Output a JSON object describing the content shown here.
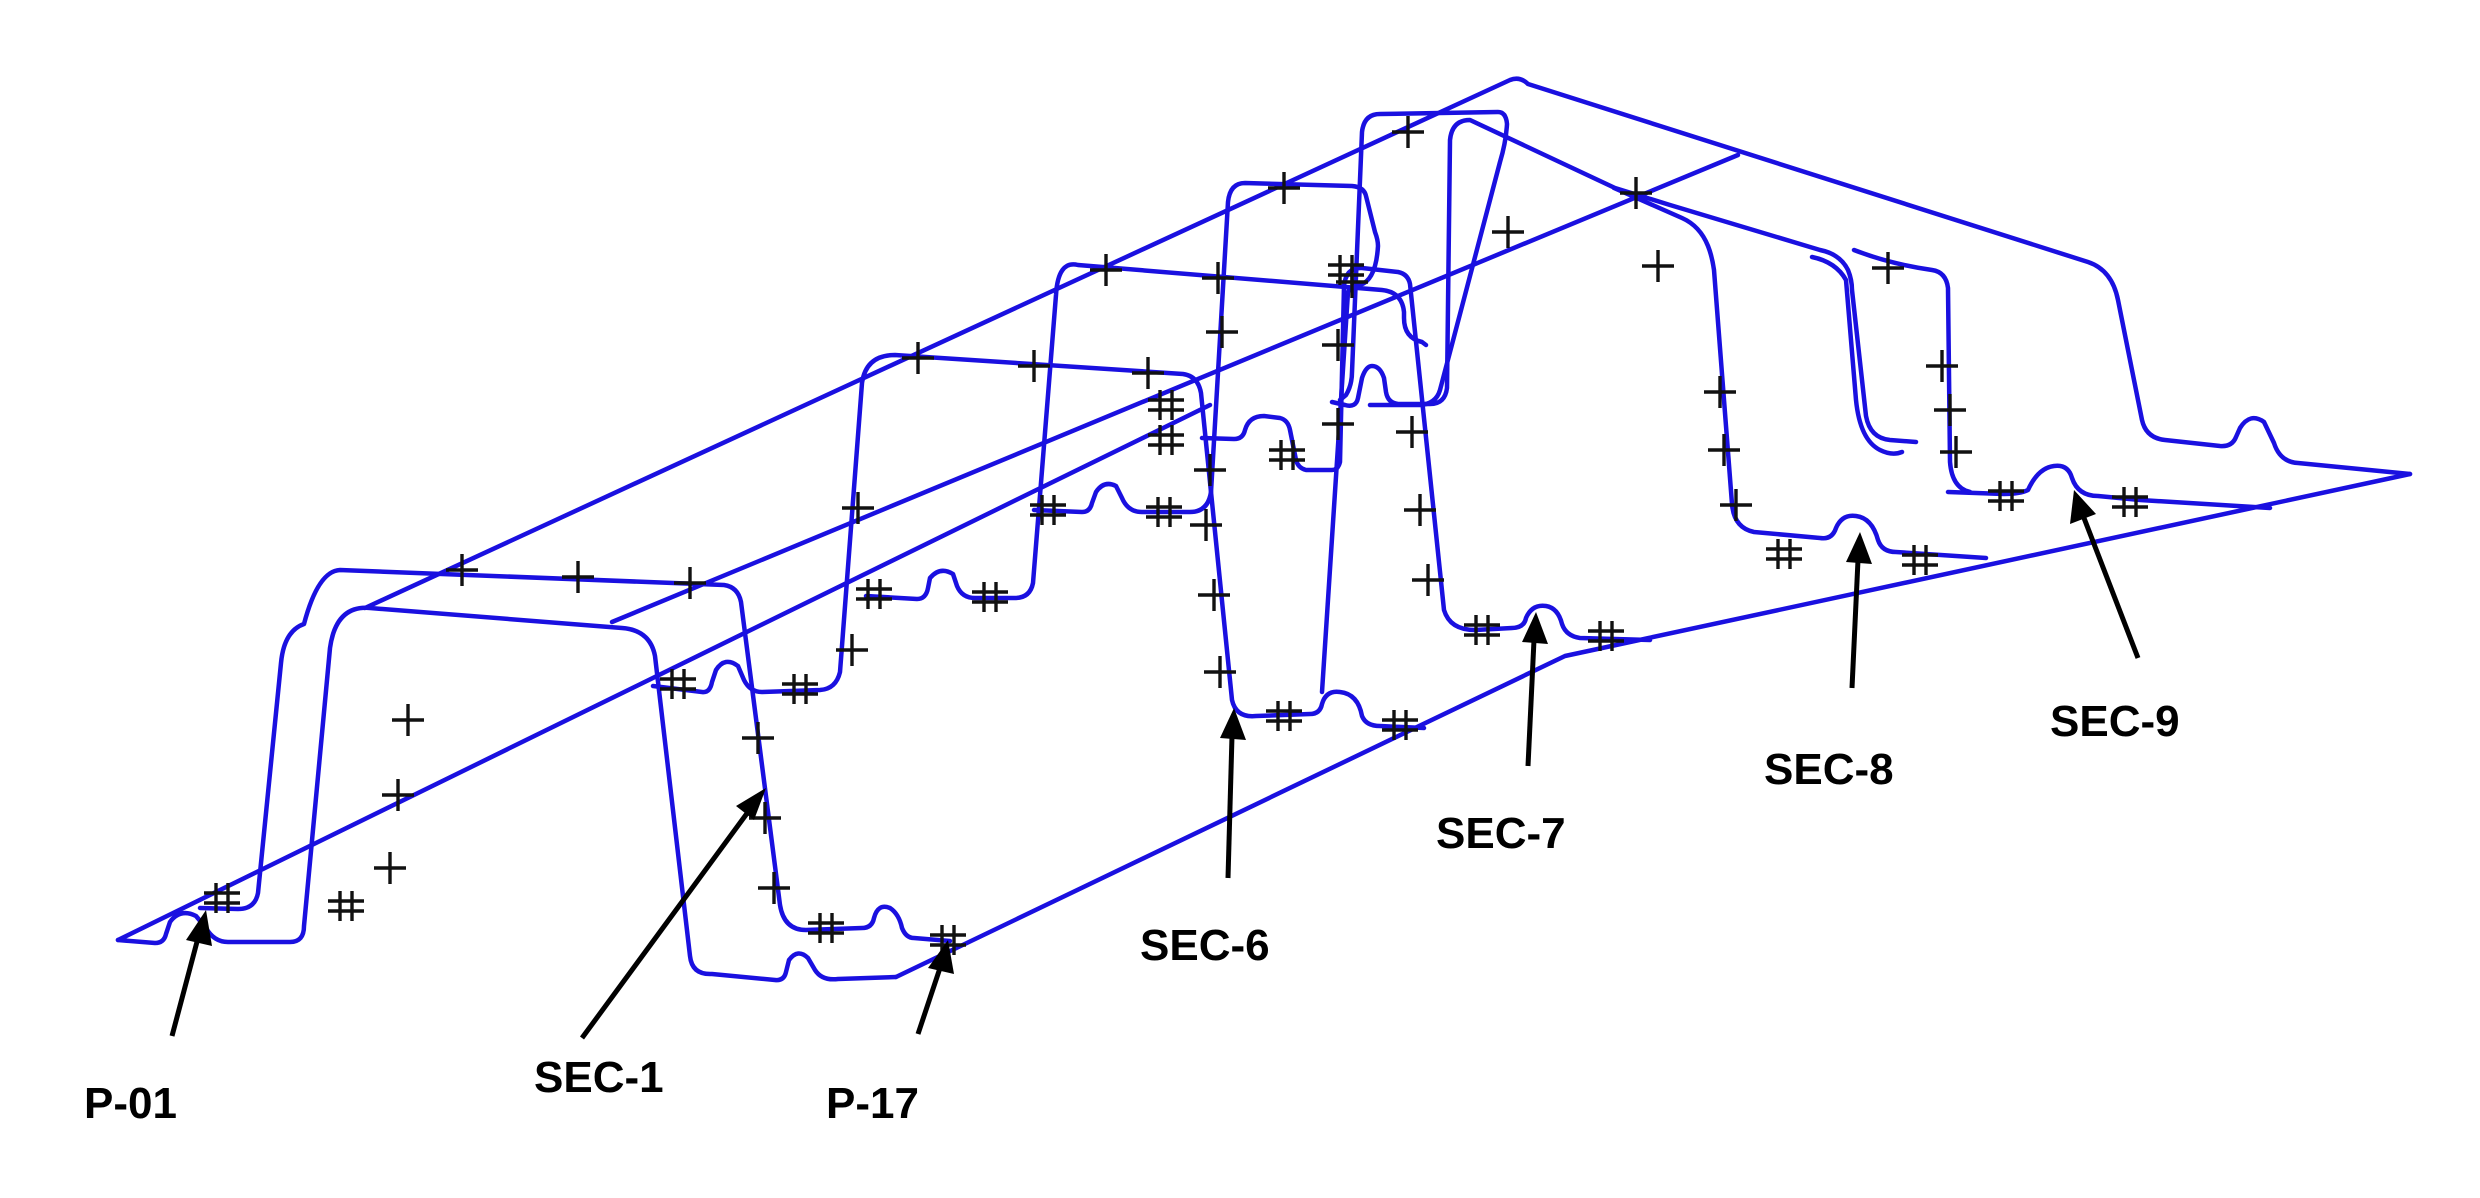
{
  "labels": [
    {
      "id": "p01",
      "text": "P-01"
    },
    {
      "id": "sec1",
      "text": "SEC-1"
    },
    {
      "id": "p17",
      "text": "P-17"
    },
    {
      "id": "sec6",
      "text": "SEC-6"
    },
    {
      "id": "sec7",
      "text": "SEC-7"
    },
    {
      "id": "sec8",
      "text": "SEC-8"
    },
    {
      "id": "sec9",
      "text": "SEC-9"
    }
  ],
  "colors": {
    "pipe": "#1a10e0",
    "marker": "#111111",
    "text": "#000000",
    "background": "#ffffff"
  }
}
